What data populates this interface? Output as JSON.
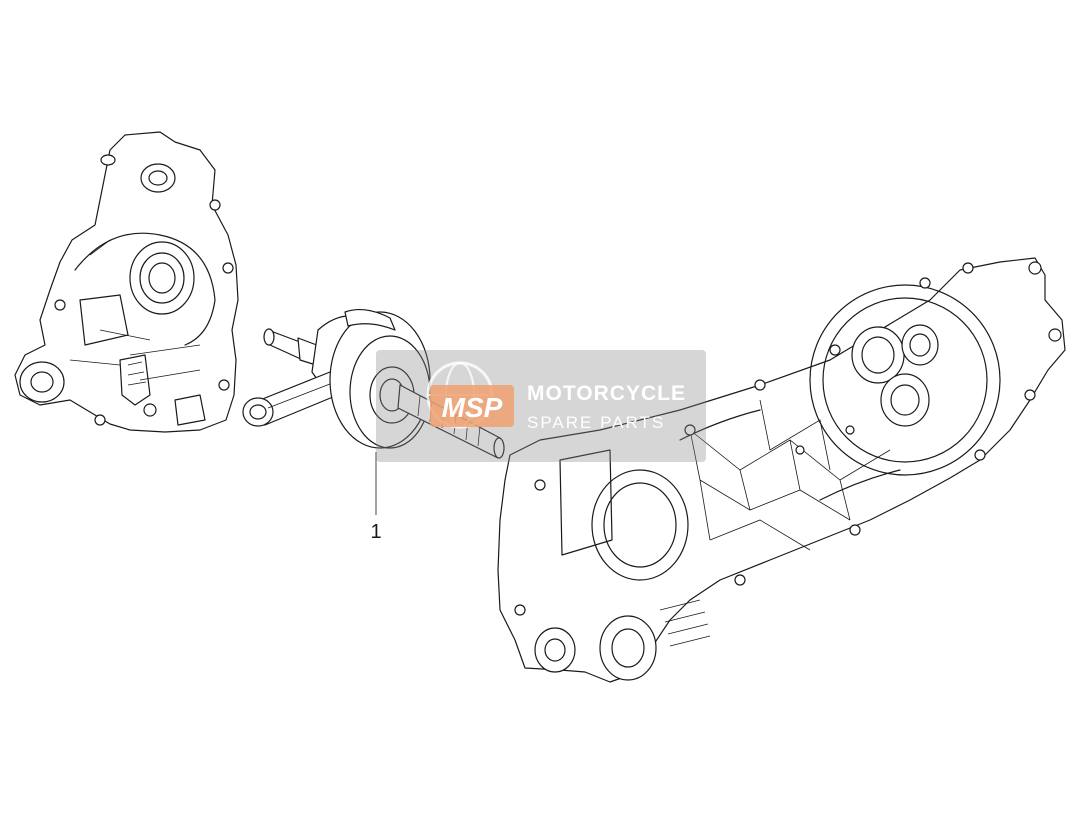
{
  "callouts": [
    {
      "number": "1"
    }
  ],
  "watermark": {
    "logo_text": "MSP",
    "title": "MOTORCYCLE",
    "subtitle": "SPARE PARTS",
    "accent_color": "#f0a070"
  },
  "parts": [
    {
      "icon": "left-crankcase-half-icon"
    },
    {
      "icon": "crankshaft-icon"
    },
    {
      "icon": "right-crankcase-half-icon"
    }
  ]
}
